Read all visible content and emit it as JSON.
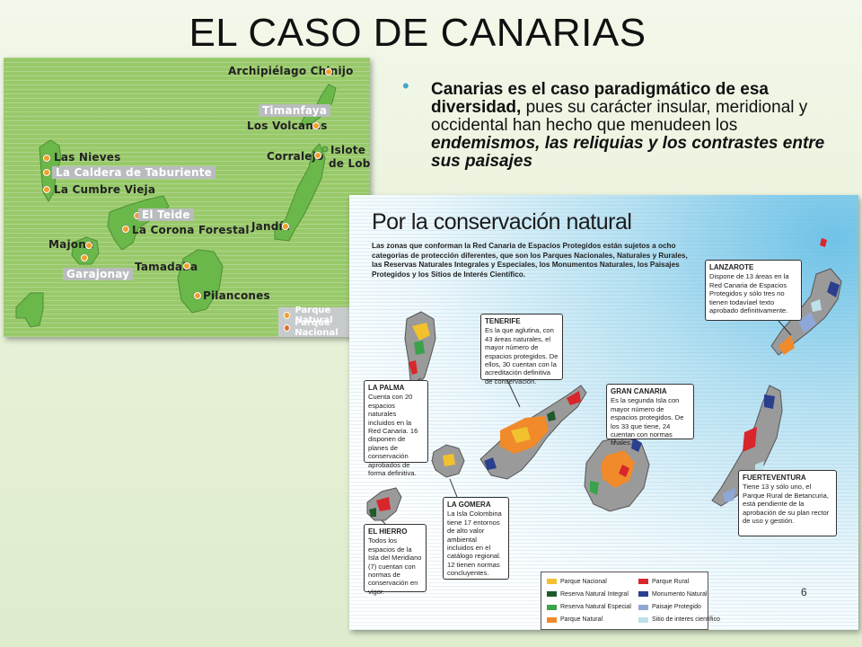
{
  "slide": {
    "title": "EL CASO DE CANARIAS",
    "page_number": "6"
  },
  "bullet": {
    "bold_intro": "Canarias es el caso paradigmático de esa diversidad,",
    "text_1": " pues su carácter insular, meridional y occidental han hecho que menudeen los ",
    "emphasis": "endemismos, las reliquias y los contrastes entre sus paisajes",
    "bullet_color": "#4aa3c9"
  },
  "map_small": {
    "labels": {
      "archipielago_chinijo": "Archipiélago Chinijo",
      "timanfaya": "Timanfaya",
      "los_volcanes": "Los Volcanes",
      "corralejo": "Corralejo",
      "islote_de_lobos_1": "Islote",
      "islote_de_lobos_2": "de Lobos",
      "jandia": "Jandía",
      "las_nieves": "Las Nieves",
      "caldera_taburiente": "La Caldera de Taburiente",
      "cumbre_vieja": "La Cumbre Vieja",
      "el_teide": "El Teide",
      "corona_forestal": "La Corona Forestal",
      "majona": "Majona",
      "garajonay": "Garajonay",
      "tamadaba": "Tamadaba",
      "pilancones": "Pilancones"
    },
    "legend": {
      "parque_natural": "Parque Natural",
      "parque_nacional": "Parque Nacional",
      "natural_color": "#f0a02a",
      "nacional_color": "#e36a2a"
    }
  },
  "map_big": {
    "title": "Por la conservación natural",
    "intro": "Las zonas que conforman la Red Canaria de Espacios Protegidos están sujetos a ocho categorías de protección diferentes, que son los Parques Nacionales, Naturales y Rurales, las Reservas Naturales Integrales y Especiales, los Monumentos Naturales, los Paisajes Protegidos y los Sitios de Interés Científico.",
    "callouts": {
      "lanzarote_title": "LANZAROTE",
      "lanzarote_text": "Dispone de 13 áreas en la Red Canaria de Espacios Protegidos y sólo tres no tienen todavíael texto aprobado definitivamente.",
      "tenerife_title": "TENERIFE",
      "tenerife_text": "Es la que aglutina, con 43 áreas naturales, el mayor número de espacios protegidos. De ellos, 30 cuentan con la acreditación definitiva de conservación.",
      "la_palma_title": "LA PALMA",
      "la_palma_text": "Cuenta con 20 espacios naturales incluidos en la Red Canaria. 16 disponen de planes de conservación aprobados de forma definitiva.",
      "gran_canaria_title": "GRAN CANARIA",
      "gran_canaria_text": "Es la segunda Isla con mayor número de espacios protegidos. De los 33 que tiene, 24 cuentan con normas finales.",
      "fuerteventura_title": "FUERTEVENTURA",
      "fuerteventura_text": "Tiene 13 y sólo uno, el Parque Rural de Betancuria, está pendiente de la aprobación de su plan rector de uso y gestión.",
      "la_gomera_title": "LA GOMERA",
      "la_gomera_text": "La Isla Colombina tiene 17 entornos de alto valor ambiental incluidos en el catálogo regional. 12 tienen normas concluyentes.",
      "el_hierro_title": "EL HIERRO",
      "el_hierro_text": "Todos los espacios de la Isla del Meridiano (7) cuentan con normas de conservación en vigor."
    },
    "legend": [
      {
        "label": "Parque Nacional",
        "color": "#f2c12e"
      },
      {
        "label": "Parque Rural",
        "color": "#d9262c"
      },
      {
        "label": "Reserva Natural Integral",
        "color": "#1f5a2a"
      },
      {
        "label": "Monumento Natural",
        "color": "#2b3f8f"
      },
      {
        "label": "Reserva Natural Especial",
        "color": "#3aa24a"
      },
      {
        "label": "Paisaje Protegido",
        "color": "#8fa7d6"
      },
      {
        "label": "Parque Natural",
        "color": "#f08a2a"
      },
      {
        "label": "Sitio de interes científico",
        "color": "#bfe0e8"
      }
    ]
  }
}
